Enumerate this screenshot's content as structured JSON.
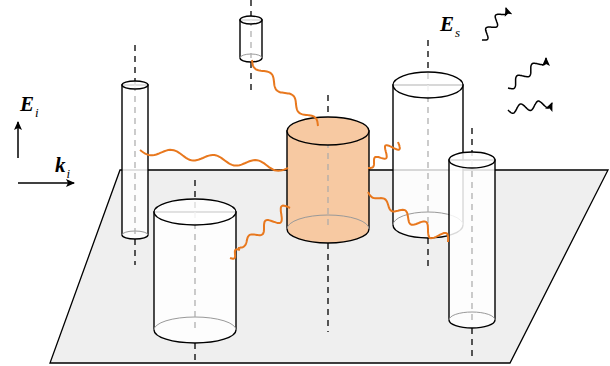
{
  "diagram": {
    "labels": [
      "E",
      "i",
      "k",
      "i",
      "E",
      "s"
    ]
  }
}
